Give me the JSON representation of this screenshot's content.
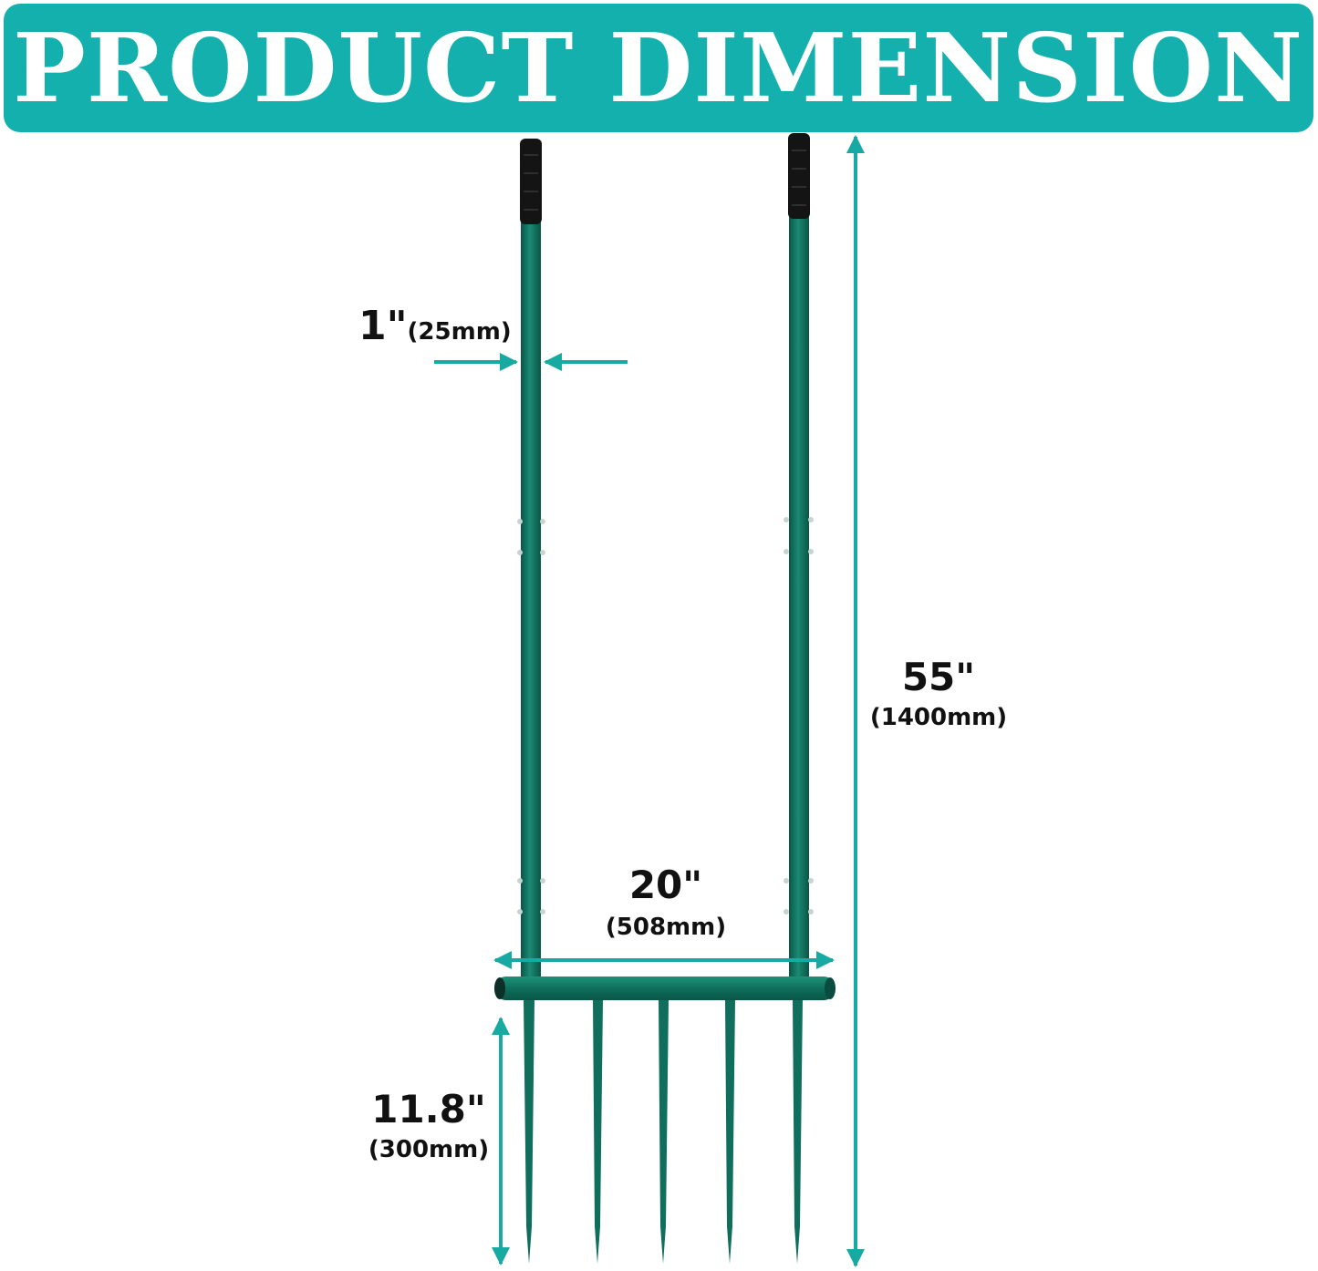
{
  "header": {
    "title": "PRODUCT DIMENSION"
  },
  "dimensions": {
    "diameter": {
      "inch": "1\"",
      "mm": "(25mm)"
    },
    "height": {
      "inch": "55\"",
      "mm": "(1400mm)"
    },
    "width": {
      "inch": "20\"",
      "mm": "(508mm)"
    },
    "tine_length": {
      "inch": "11.8\"",
      "mm": "(300mm)"
    }
  },
  "colors": {
    "banner": "#14b0ad",
    "arrow": "#16aaa3",
    "tool_green": "#0f6f5c",
    "grip": "#141414"
  },
  "product": {
    "tine_count": 5,
    "grip_icon": "handle-grip-icon"
  }
}
